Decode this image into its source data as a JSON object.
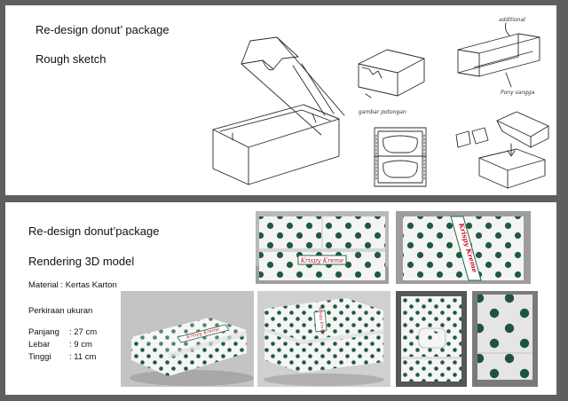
{
  "sketch_panel": {
    "title": "Re-design donut’ package",
    "subtitle": "Rough sketch",
    "notes": [
      "additional",
      "Pony sangga",
      "gambar potongan"
    ]
  },
  "render_panel": {
    "title": "Re-design donut’package",
    "subtitle": "Rendering 3D model",
    "material": "Material : Kertas Karton",
    "size_heading": "Perkiraan ukuran",
    "dimensions": [
      {
        "label": "Panjang",
        "value": ": 27 cm"
      },
      {
        "label": "Lebar",
        "value": ": 9 cm"
      },
      {
        "label": "Tinggi",
        "value": ": 11 cm"
      }
    ],
    "brand": "Krispy Kreme"
  },
  "colors": {
    "background": "#5f5f5f",
    "panel": "#ffffff",
    "dot": "#1f5a3e",
    "brand_red": "#c8102e",
    "brand_green": "#1f6b45"
  }
}
